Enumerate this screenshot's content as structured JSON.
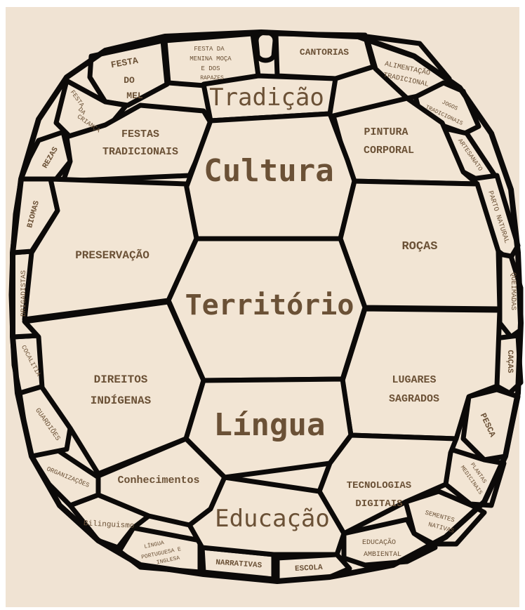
{
  "colors": {
    "background": "#f0e3d3",
    "plate": "#f2e5d4",
    "outline": "#0c0a09",
    "text": "#6b5136"
  },
  "center": {
    "tradicao": "Tradição",
    "cultura": "Cultura",
    "territorio": "Território",
    "lingua": "Língua",
    "educacao": "Educação"
  },
  "left": {
    "festas_tradicionais": [
      "FESTAS",
      "TRADICIONAIS"
    ],
    "preservacao": "PRESERVAÇÃO",
    "direitos_indigenas": [
      "DIREITOS",
      "INDÍGENAS"
    ],
    "conhecimentos": "Conhecimentos"
  },
  "right": {
    "pintura_corporal": [
      "PINTURA",
      "CORPORAL"
    ],
    "rocas": "ROÇAS",
    "lugares_sagrados": [
      "LUGARES",
      "SAGRADOS"
    ],
    "tecnologias_digitais": [
      "TECNOLOGIAS",
      "DIGITAIS"
    ]
  },
  "rim": {
    "festa_do_mel": [
      "FESTA",
      "DO",
      "MEL"
    ],
    "festa_da_menina": [
      "FESTA DA",
      "MENINA MOÇA",
      "E DOS",
      "RAPAZES"
    ],
    "cantorias": "CANTORIAS",
    "alimentacao": [
      "ALIMENTAÇÃO",
      "TRADICIONAL"
    ],
    "jogos": [
      "JOGOS",
      "TRADICIONAIS"
    ],
    "artesanato": "ARTESANATO",
    "parto_natural": "PARTO NATURAL",
    "queimadas": "QUEIMADAS",
    "cacas": "CAÇAS",
    "pesca": "PESCA",
    "plantas_medicinais": [
      "PLANTAS",
      "MEDICINAIS"
    ],
    "sementes_nativas": [
      "SEMENTES",
      "NATIVAS"
    ],
    "educacao_ambiental": [
      "EDUCAÇÃO",
      "AMBIENTAL"
    ],
    "escola": "ESCOLA",
    "narrativas": "NARRATIVAS",
    "lingua_portuguesa": [
      "LÍNGUA",
      "PORTUGUESA E",
      "INGLESA"
    ],
    "bilinguismo": "Bilinguismo",
    "organizacoes": "ORGANIZAÇÕES",
    "guardioes": "GUARDIÕES",
    "cocalitia": "COCALITIA",
    "brigadistas": "BRIGADISTAS",
    "biomas": "BIOMAS",
    "rezas": "REZAS",
    "festa_da_crianca": [
      "FESTA",
      "DA",
      "CRIANÇA"
    ]
  }
}
